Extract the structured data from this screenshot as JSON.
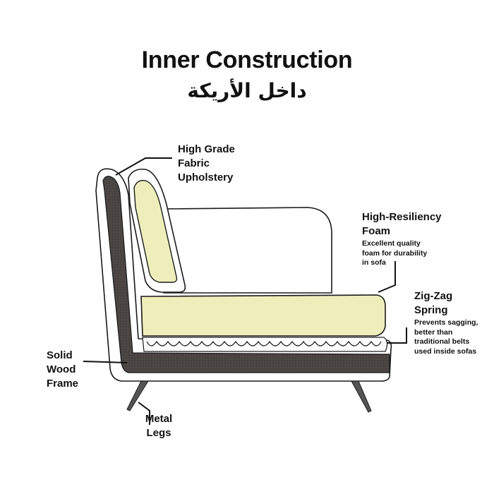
{
  "title": "Inner Construction",
  "subtitle": "داخل الأريكة",
  "colors": {
    "frame": "#4a4442",
    "foam": "#eeeebb",
    "outline": "#1a1a1a",
    "background": "#ffffff"
  },
  "labels": {
    "fabric": {
      "head": "High Grade\nFabric\nUpholstery"
    },
    "foam": {
      "head": "High-Resiliency\nFoam",
      "desc": "Excellent quality\nfoam for durability\nin sofa"
    },
    "spring": {
      "head": "Zig-Zag\nSpring",
      "desc": "Prevents sagging,\nbetter than\ntraditional belts\nused inside sofas"
    },
    "frame": {
      "head": "Solid\nWood\nFrame"
    },
    "legs": {
      "head": "Metal\nLegs"
    }
  }
}
